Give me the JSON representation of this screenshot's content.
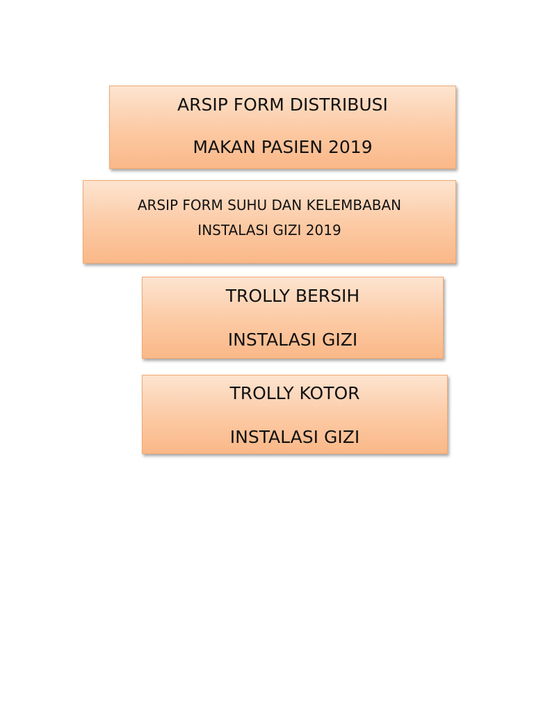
{
  "labels": [
    {
      "line1": "ARSIP FORM DISTRIBUSI",
      "line2": "MAKAN PASIEN 2019"
    },
    {
      "line1": "ARSIP FORM SUHU DAN KELEMBABAN",
      "line2": "INSTALASI GIZI 2019"
    },
    {
      "line1": "TROLLY BERSIH",
      "line2": "INSTALASI GIZI"
    },
    {
      "line1": "TROLLY KOTOR",
      "line2": "INSTALASI GIZI"
    }
  ],
  "colors": {
    "box_fill_light": "#fde4d0",
    "box_fill_dark": "#fab888",
    "box_border": "#f0a870",
    "text": "#111111"
  }
}
